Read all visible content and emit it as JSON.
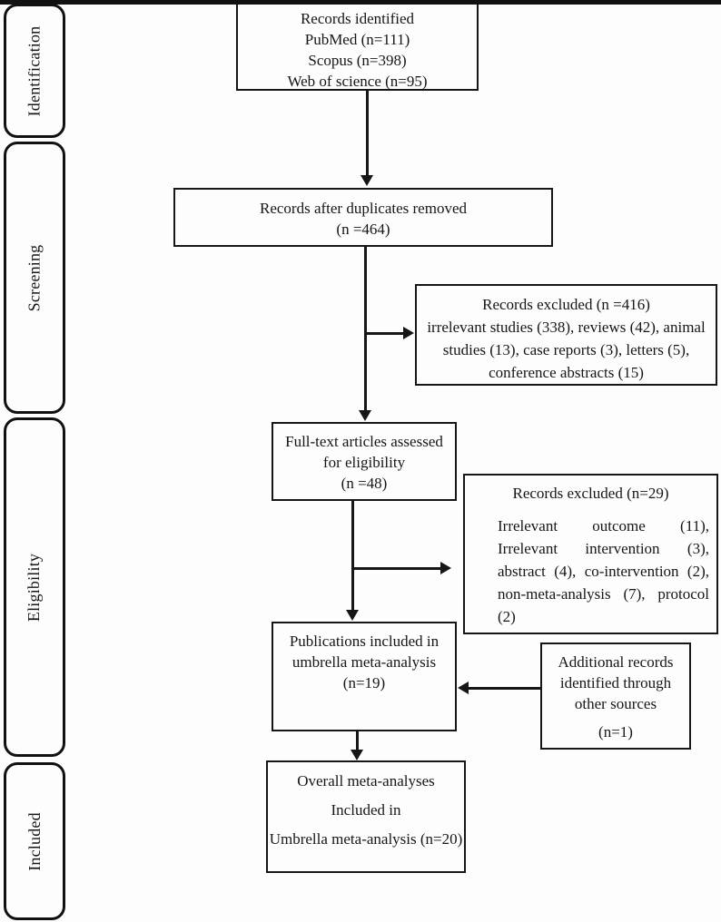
{
  "figure": {
    "stage_labels": {
      "identification": "Identification",
      "screening": "Screening",
      "eligibility": "Eligibility",
      "included": "Included"
    }
  },
  "boxes": {
    "records_identified": {
      "line1": "Records identified",
      "line2": "PubMed (n=111)",
      "line3": "Scopus (n=398)",
      "line4": "Web of science (n=95)"
    },
    "duplicates_removed": {
      "line1": "Records after duplicates removed",
      "line2": "(n =464)"
    },
    "excluded_screening": {
      "title": "Records excluded (n =416)",
      "body": "irrelevant studies (338), reviews (42), animal studies (13), case reports (3), letters (5), conference abstracts (15)"
    },
    "fulltext": {
      "line1": "Full-text articles assessed",
      "line2": "for eligibility",
      "line3": "(n =48)"
    },
    "excluded_eligibility": {
      "title": "Records excluded (n=29)",
      "body": "Irrelevant outcome (11), Irrelevant intervention (3), abstract (4), co-intervention (2), non-meta-analysis (7), protocol (2)"
    },
    "publications": {
      "line1": "Publications included in",
      "line2": "umbrella meta-analysis",
      "line3": "(n=19)"
    },
    "additional_records": {
      "line1": "Additional records",
      "line2": "identified through",
      "line3": "other sources",
      "line4": "(n=1)"
    },
    "overall": {
      "line1": "Overall meta-analyses",
      "line2": "Included in",
      "line3": "Umbrella meta-analysis (n=20)"
    }
  },
  "colors": {
    "line": "#161616",
    "text": "#161616",
    "background": "#fdfdfd"
  }
}
